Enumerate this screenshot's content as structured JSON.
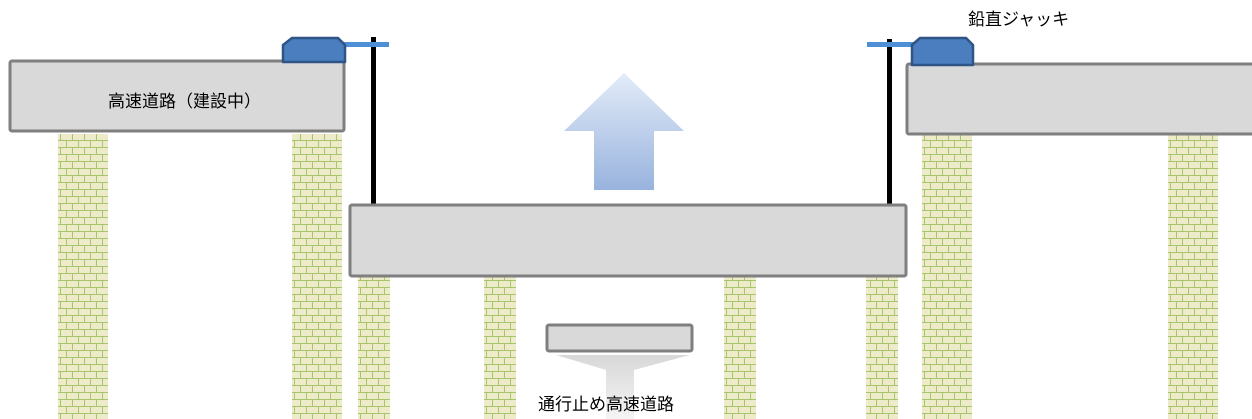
{
  "labels": {
    "highway_under_construction": "高速道路（建設中）",
    "vertical_jack": "鉛直ジャッキ",
    "closed_highway": "通行止め高速道路"
  },
  "colors": {
    "deck_fill": "#d9d9d9",
    "deck_stroke": "#7a7a7a",
    "pier_fill": "#ece9c8",
    "pier_brick_line": "#a8c46a",
    "jack_fill": "#4a7ebf",
    "jack_stroke": "#2f5586",
    "jack_rod": "#4f8fd6",
    "cable": "#000000",
    "arrow_top": "#dce7f5",
    "arrow_bottom": "#9cb6df",
    "ghost_arrow": "#e2e2e2"
  }
}
